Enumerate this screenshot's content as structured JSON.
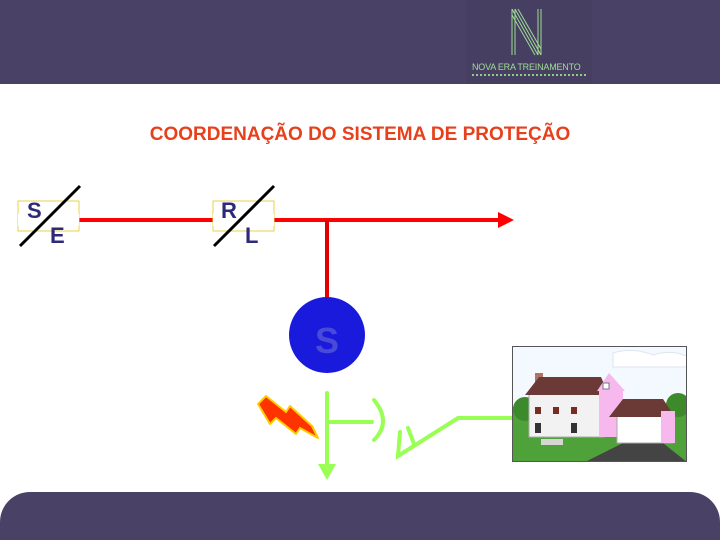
{
  "header": {
    "logo_text": "NOVA ERA TREINAMENTO",
    "background": "#4a4266",
    "accent": "#9fdc93"
  },
  "title": "COORDENAÇÃO DO SISTEMA DE PROTEÇÃO",
  "diagram": {
    "devices": [
      {
        "top": "S",
        "bottom": "E"
      },
      {
        "top": "R",
        "bottom": "L"
      }
    ],
    "node_label": "S",
    "colors": {
      "title": "#e8401c",
      "main_line": "#ff0000",
      "node": "#1a1adc",
      "node_text": "#4a4ad8",
      "label_text": "#2e2a7a",
      "branch_line": "#99ff55",
      "lightning": "#ff3300"
    },
    "icons": [
      "lightning-icon",
      "house-picture"
    ]
  }
}
